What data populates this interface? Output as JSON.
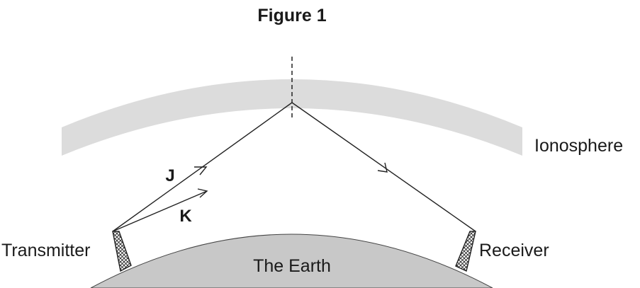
{
  "figure": {
    "title": "Figure 1",
    "labels": {
      "ionosphere": "Ionosphere",
      "earth": "The Earth",
      "transmitter": "Transmitter",
      "receiver": "Receiver",
      "ray_j": "J",
      "ray_k": "K"
    }
  },
  "colors": {
    "ionosphere_band": "#dcdcdc",
    "earth_fill": "#c8c8c8",
    "lines": "#222222"
  }
}
